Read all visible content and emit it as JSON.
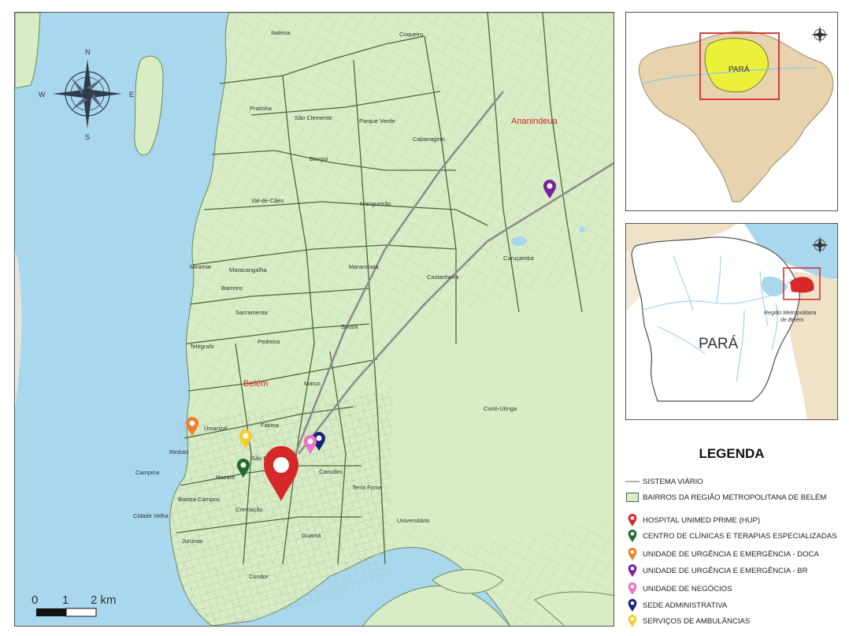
{
  "main_map": {
    "compass": {
      "n": "N",
      "s": "S",
      "e": "E",
      "w": "W"
    },
    "city_labels": [
      {
        "text": "Belém",
        "color": "#d7261e"
      },
      {
        "text": "Ananindeua",
        "color": "#d7261e"
      }
    ],
    "neighborhoods": [
      "Itaiteua",
      "Coqueiro",
      "Pratinha",
      "São Clemente",
      "Parque Verde",
      "Cabanagem",
      "Bengui",
      "Val-de-Cães",
      "Mangueirão",
      "Maracangalha",
      "Marambaia",
      "Miramar",
      "Barreiro",
      "Castanheira",
      "Curuçambá",
      "Sacramenta",
      "Souza",
      "Telégrafo",
      "Pedreira",
      "Marco",
      "Umarizal",
      "Fátima",
      "Reduto",
      "São Brás",
      "Nazaré",
      "Canudos",
      "Campina",
      "Terra Firme",
      "Batista Campos",
      "Cremação",
      "Cidade Velha",
      "Universitário",
      "Guamá",
      "Jurunas",
      "Condor",
      "Curió-Utinga"
    ],
    "scale": {
      "label_0": "0",
      "label_1": "1",
      "label_2": "2 km"
    }
  },
  "inset_brazil": {
    "label": "PARÁ"
  },
  "inset_para": {
    "label": "PARÁ",
    "rmb_label_line1": "Região Metropolitana",
    "rmb_label_line2": "de Belém"
  },
  "legend": {
    "title": "LEGENDA",
    "items": [
      {
        "label": "SISTEMA VIÁRIO",
        "symbol": "line",
        "color": "#9a9a9a"
      },
      {
        "label": "BAIRROS DA REGIÃO METROPOLITANA DE BELÉM",
        "symbol": "box",
        "color": "#d8ecc6"
      },
      {
        "label": "HOSPITAL UNIMED PRIME (HUP)",
        "symbol": "pin",
        "color": "#d62828"
      },
      {
        "label": "CENTRO DE CLÍNICAS E TERAPIAS ESPECIALIZADAS",
        "symbol": "pin",
        "color": "#1f6b2a"
      },
      {
        "label": "UNIDADE DE URGÊNCIA E EMERGÊNCIA - DOCA",
        "symbol": "pin",
        "color": "#f07f2b"
      },
      {
        "label": "UNIDADE DE URGÊNCIA E EMERGÊNCIA - BR",
        "symbol": "pin",
        "color": "#7a1fa2"
      },
      {
        "label": "UNIDADE DE NEGÓCIOS",
        "symbol": "pin",
        "color": "#e873c7"
      },
      {
        "label": "SEDE ADMINISTRATIVA",
        "symbol": "pin",
        "color": "#16237a"
      },
      {
        "label": "SERVIÇOS DE AMBULÂNCIAS",
        "symbol": "pin",
        "color": "#f2cf2a"
      }
    ]
  },
  "colors": {
    "water": "#a8d7ee",
    "land": "#d8ecc6",
    "road": "#9a9a9a",
    "border": "#4a6b3a",
    "highlight": "#d62828"
  }
}
